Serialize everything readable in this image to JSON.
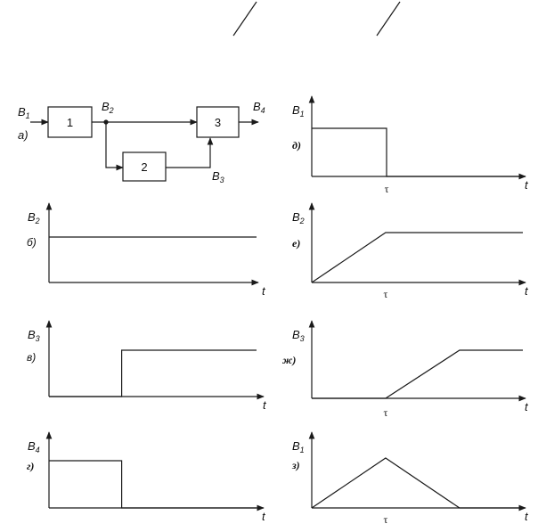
{
  "block_diagram": {
    "label": "а)",
    "blocks": [
      "1",
      "2",
      "3"
    ],
    "signals": {
      "b1": {
        "main": "B",
        "sub": "1"
      },
      "b2": {
        "main": "B",
        "sub": "2"
      },
      "b3": {
        "main": "B",
        "sub": "3"
      },
      "b4": {
        "main": "B",
        "sub": "4"
      }
    }
  },
  "chart_data": [
    {
      "id": "b",
      "type": "line",
      "label": "б)",
      "ylabel": {
        "main": "B",
        "sub": "2"
      },
      "xlabel": "t",
      "x": [
        0,
        1
      ],
      "y": [
        1,
        1
      ],
      "tick": ""
    },
    {
      "id": "v",
      "type": "line",
      "label": "в)",
      "ylabel": {
        "main": "B",
        "sub": "3"
      },
      "xlabel": "t",
      "x": [
        0,
        0.35,
        0.35,
        1
      ],
      "y": [
        0,
        0,
        1,
        1
      ],
      "tick": ""
    },
    {
      "id": "g",
      "type": "line",
      "label": "г)",
      "ylabel": {
        "main": "B",
        "sub": "4"
      },
      "xlabel": "t",
      "x": [
        0,
        0.35,
        0.35,
        1
      ],
      "y": [
        1,
        1,
        0,
        0
      ],
      "tick": ""
    },
    {
      "id": "d",
      "type": "line",
      "label": "д)",
      "ylabel": {
        "main": "B",
        "sub": "1"
      },
      "xlabel": "t",
      "x": [
        0,
        0.35,
        0.35,
        1
      ],
      "y": [
        1,
        1,
        0,
        0
      ],
      "tick": "τ"
    },
    {
      "id": "e",
      "type": "line",
      "label": "е)",
      "ylabel": {
        "main": "B",
        "sub": "2"
      },
      "xlabel": "t",
      "x": [
        0,
        0.35,
        1
      ],
      "y": [
        0,
        1,
        1
      ],
      "tick": "τ"
    },
    {
      "id": "zh",
      "type": "line",
      "label": "ж)",
      "ylabel": {
        "main": "B",
        "sub": "3"
      },
      "xlabel": "t",
      "x": [
        0,
        0.35,
        0.7,
        1
      ],
      "y": [
        0,
        0,
        1,
        1
      ],
      "tick": "τ"
    },
    {
      "id": "z",
      "type": "line",
      "label": "з)",
      "ylabel": {
        "main": "B",
        "sub": "1"
      },
      "xlabel": "t",
      "x": [
        0,
        0.35,
        0.7,
        1
      ],
      "y": [
        0,
        1,
        0,
        0
      ],
      "tick": "τ"
    }
  ]
}
